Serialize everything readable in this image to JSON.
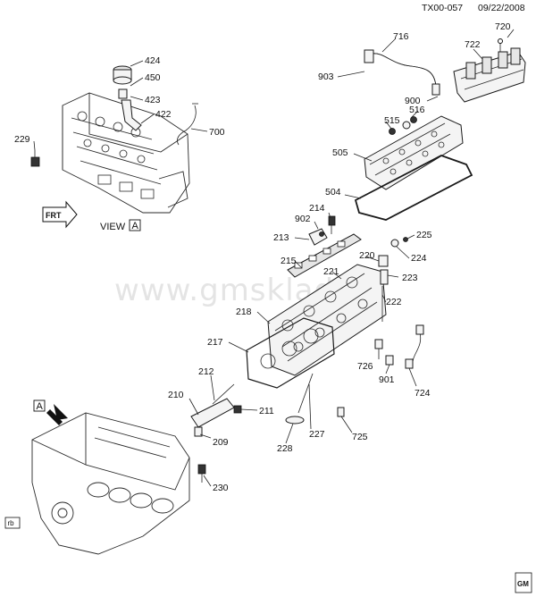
{
  "header": {
    "diagram_id": "TX00-057",
    "date": "09/22/2008"
  },
  "watermark": "www.gmsklad.ru",
  "view_label": {
    "text": "VIEW",
    "letter": "A"
  },
  "arrow_marker_letter": "A",
  "front_marker": "FRT",
  "footer_tags": {
    "left": "rb",
    "logo": "GM"
  },
  "callouts": [
    {
      "id": "720",
      "text": "720"
    },
    {
      "id": "716",
      "text": "716"
    },
    {
      "id": "722",
      "text": "722"
    },
    {
      "id": "424",
      "text": "424"
    },
    {
      "id": "450",
      "text": "450"
    },
    {
      "id": "903",
      "text": "903"
    },
    {
      "id": "423",
      "text": "423"
    },
    {
      "id": "900",
      "text": "900"
    },
    {
      "id": "422",
      "text": "422"
    },
    {
      "id": "516",
      "text": "516"
    },
    {
      "id": "515",
      "text": "515"
    },
    {
      "id": "700",
      "text": "700"
    },
    {
      "id": "229",
      "text": "229"
    },
    {
      "id": "505",
      "text": "505"
    },
    {
      "id": "504",
      "text": "504"
    },
    {
      "id": "214",
      "text": "214"
    },
    {
      "id": "902",
      "text": "902"
    },
    {
      "id": "225",
      "text": "225"
    },
    {
      "id": "213",
      "text": "213"
    },
    {
      "id": "220",
      "text": "220"
    },
    {
      "id": "224",
      "text": "224"
    },
    {
      "id": "215",
      "text": "215"
    },
    {
      "id": "221",
      "text": "221"
    },
    {
      "id": "223",
      "text": "223"
    },
    {
      "id": "222",
      "text": "222"
    },
    {
      "id": "218",
      "text": "218"
    },
    {
      "id": "217",
      "text": "217"
    },
    {
      "id": "726",
      "text": "726"
    },
    {
      "id": "901",
      "text": "901"
    },
    {
      "id": "212",
      "text": "212"
    },
    {
      "id": "724",
      "text": "724"
    },
    {
      "id": "210",
      "text": "210"
    },
    {
      "id": "211",
      "text": "211"
    },
    {
      "id": "227",
      "text": "227"
    },
    {
      "id": "725",
      "text": "725"
    },
    {
      "id": "209",
      "text": "209"
    },
    {
      "id": "228",
      "text": "228"
    },
    {
      "id": "230",
      "text": "230"
    }
  ]
}
